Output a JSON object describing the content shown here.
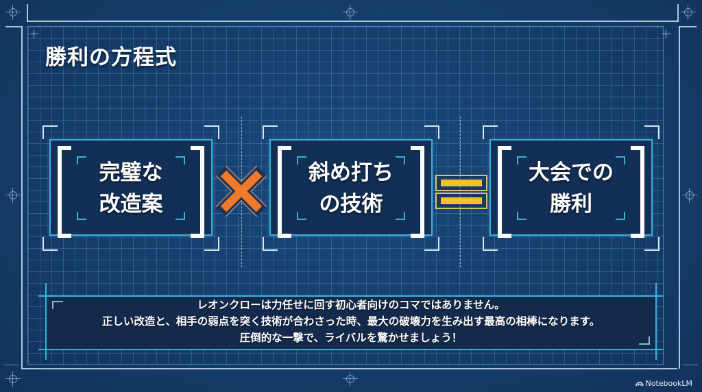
{
  "slide": {
    "title": "勝利の方程式",
    "equation": {
      "terms": [
        {
          "lines": [
            "完璧な",
            "改造案"
          ]
        },
        {
          "lines": [
            "斜め打ち",
            "の技術"
          ]
        },
        {
          "lines": [
            "大会での",
            "勝利"
          ]
        }
      ],
      "operators": [
        {
          "symbol": "×",
          "icon": "multiply-icon",
          "color": "#f07a2a"
        },
        {
          "symbol": "=",
          "icon": "equals-icon",
          "color": "#f6c22b"
        }
      ]
    },
    "message": {
      "lines": [
        "レオンクローは力任せに回す初心者向けのコマではありません。",
        "正しい改造と、相手の弱点を突く技術が合わさった時、最大の破壊力を生み出す最高の相棒になります。",
        "圧倒的な一撃で、ライバルを驚かせましょう！"
      ]
    }
  },
  "watermark": {
    "label": "NotebookLM",
    "icon": "notebooklm-logo-icon"
  },
  "colors": {
    "background": "#153d6b",
    "grid_line": "#6eaadc",
    "accent_cyan": "#3ab0d8",
    "multiply": "#f07a2a",
    "equals": "#f6c22b",
    "text": "#ffffff"
  }
}
